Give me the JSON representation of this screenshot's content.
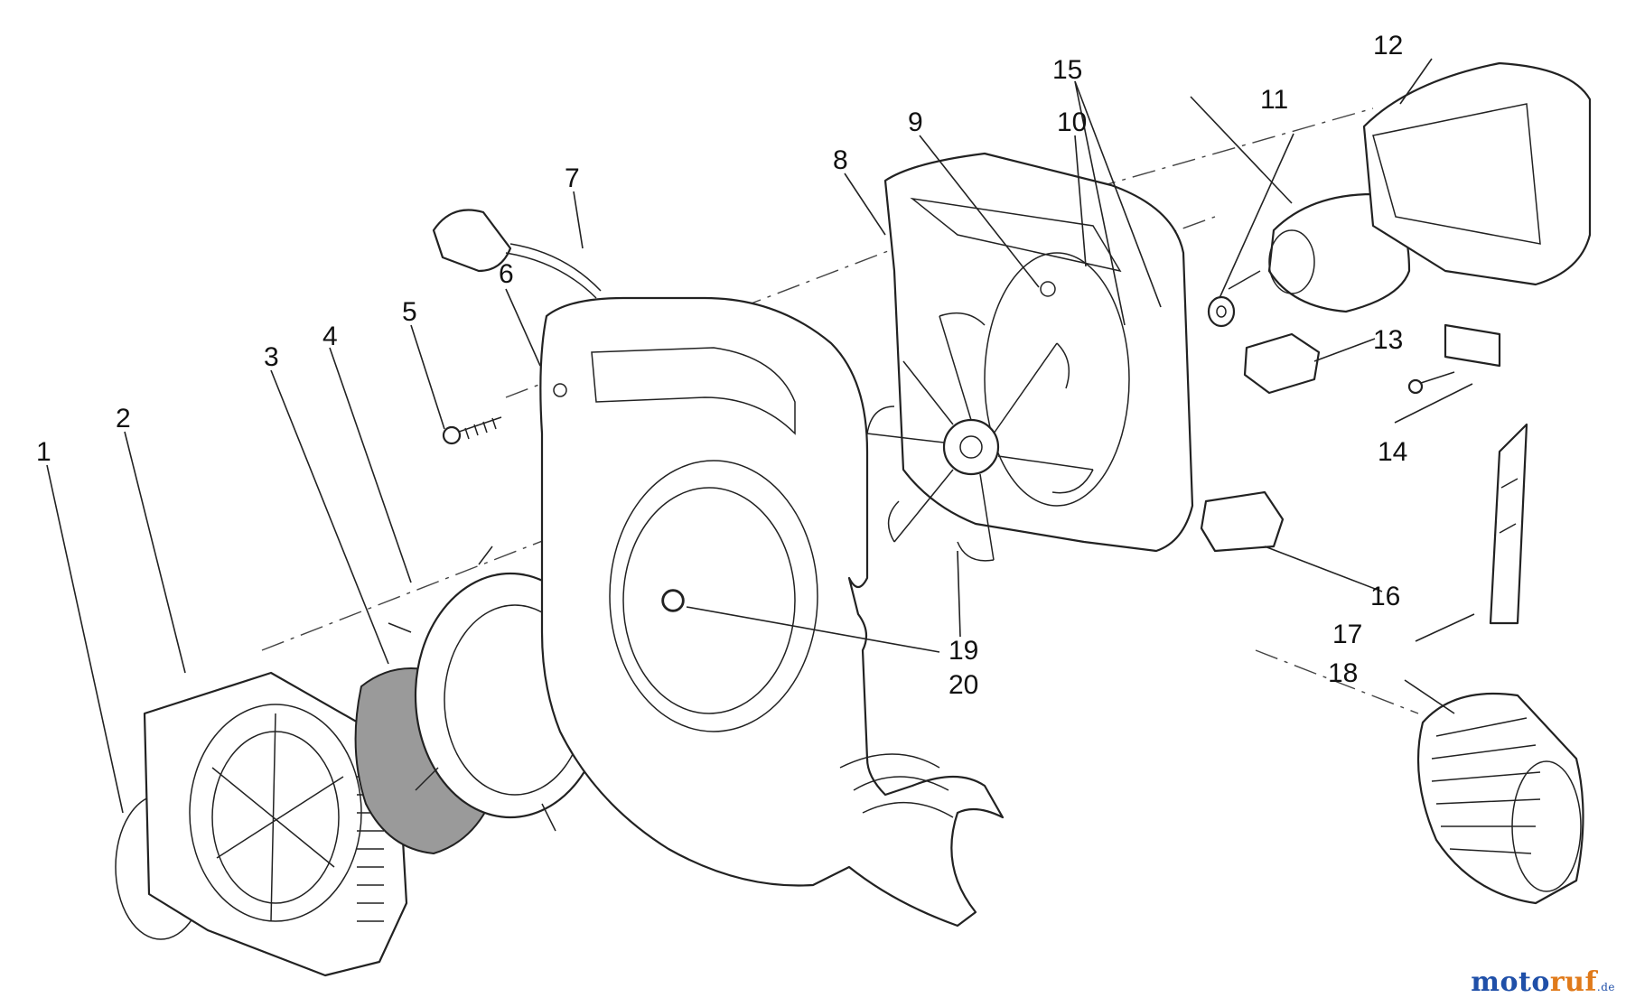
{
  "diagram": {
    "callouts": [
      {
        "id": "1",
        "label": "1"
      },
      {
        "id": "2",
        "label": "2"
      },
      {
        "id": "3",
        "label": "3"
      },
      {
        "id": "4",
        "label": "4"
      },
      {
        "id": "5",
        "label": "5"
      },
      {
        "id": "6",
        "label": "6"
      },
      {
        "id": "7",
        "label": "7"
      },
      {
        "id": "8",
        "label": "8"
      },
      {
        "id": "9",
        "label": "9"
      },
      {
        "id": "10",
        "label": "10"
      },
      {
        "id": "11",
        "label": "11"
      },
      {
        "id": "12",
        "label": "12"
      },
      {
        "id": "13",
        "label": "13"
      },
      {
        "id": "14",
        "label": "14"
      },
      {
        "id": "15",
        "label": "15"
      },
      {
        "id": "16",
        "label": "16"
      },
      {
        "id": "17",
        "label": "17"
      },
      {
        "id": "18",
        "label": "18"
      },
      {
        "id": "19",
        "label": "19"
      },
      {
        "id": "20",
        "label": "20"
      }
    ]
  },
  "watermark": {
    "part1": "moto",
    "part2": "ruf",
    "part3": ".de"
  },
  "colors": {
    "line": "#222222",
    "watermark_blue": "#1f4fa8",
    "watermark_orange": "#e07a1a"
  }
}
